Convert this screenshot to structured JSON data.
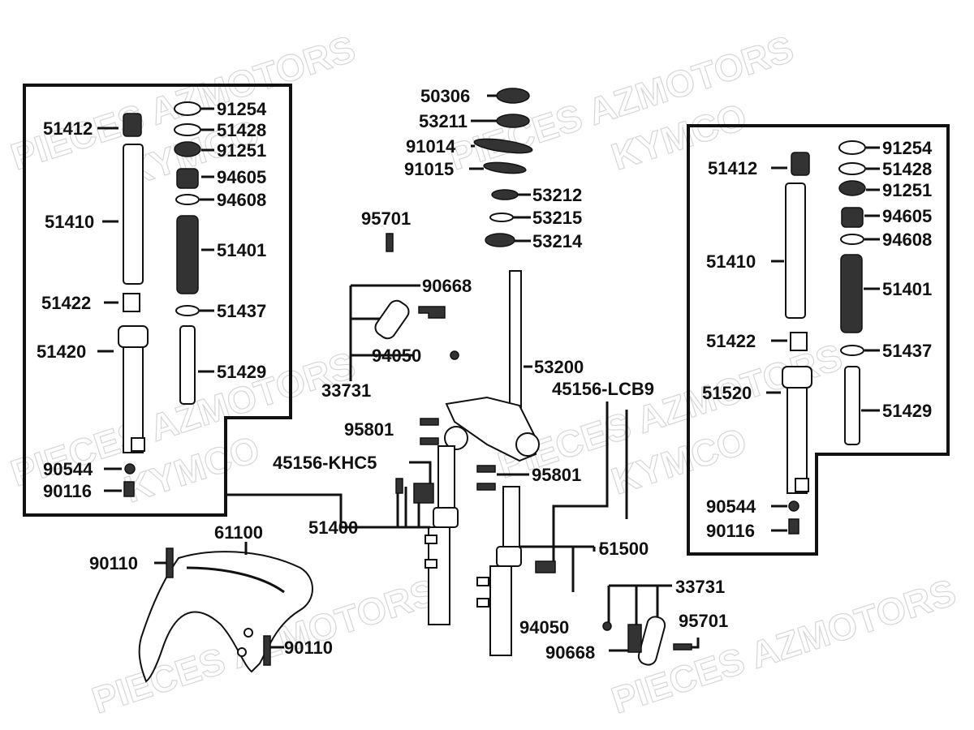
{
  "watermarks": [
    "PIECES AZMOTORS",
    "KYMCO"
  ],
  "left_box": {
    "labels": [
      "51412",
      "51410",
      "51422",
      "51420",
      "90544",
      "90116",
      "91254",
      "51428",
      "91251",
      "94605",
      "94608",
      "51401",
      "51437",
      "51429"
    ]
  },
  "right_box": {
    "labels": [
      "51412",
      "51410",
      "51422",
      "51520",
      "90544",
      "90116",
      "91254",
      "51428",
      "91251",
      "94605",
      "94608",
      "51401",
      "51437",
      "51429"
    ]
  },
  "center": {
    "labels": [
      "50306",
      "53211",
      "91014",
      "91015",
      "53212",
      "53215",
      "53214",
      "95701",
      "90668",
      "94050",
      "33731",
      "53200",
      "45156-LCB9",
      "95801",
      "45156-KHC5",
      "95801",
      "51400",
      "51500",
      "33731",
      "94050",
      "95701",
      "90668"
    ]
  },
  "fender": {
    "labels": [
      "61100",
      "90110",
      "90110"
    ]
  }
}
